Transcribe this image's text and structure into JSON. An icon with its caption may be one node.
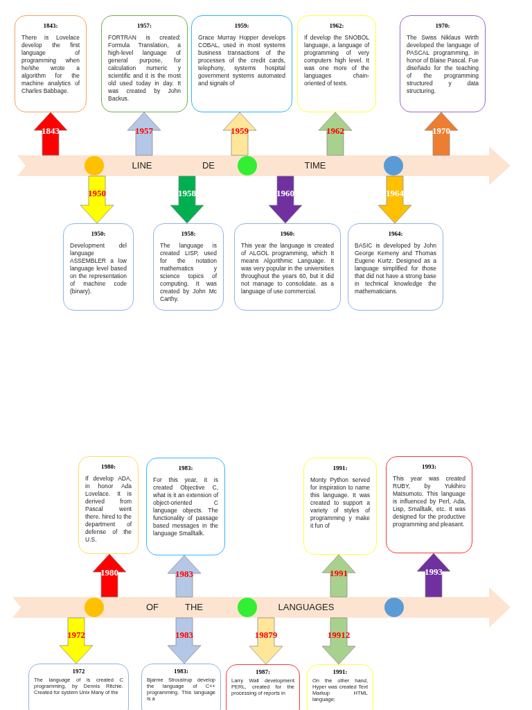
{
  "diagram": {
    "nodes": [
      {
        "text": [
          "1843:",
          "There is Lovelace develop the first language of programming when he/she wrote a algorithm for the machine analytics of Charles Babbage."
        ]
      },
      {
        "text": [
          "1957:",
          "FORTRAN is created: Formula Translation, a high-level language of general purpose, for calculation numeric y scientific and it is the most old used today in day. It was created by John Backus."
        ]
      },
      {
        "text": [
          "1959:",
          "Grace Murray Hopper develops COBAL, used in most systems business transactions of the processes of the credit cards, telephony, systems hospital government systems automated and signals of"
        ]
      },
      {
        "text": [
          "1962:",
          "If develop the SNOBOL language, a language of programming of very computers high level. It was one more of the languages chain-oriented of texts."
        ]
      },
      {
        "text": [
          "1970:",
          "The Swiss Niklaus Wirth developed the language of PASCAL programming, in honor of Blaise Pascal. Fue diseñado for the teaching of the programming structured y data structuring."
        ]
      },
      {
        "text": [
          "LINE",
          "DE",
          "TIME"
        ]
      },
      {
        "text": [],
        "shape": "circle",
        "in": 5
      },
      {
        "text": [],
        "shape": "circle",
        "in": 5
      },
      {
        "text": [],
        "shape": "circle",
        "in": 5
      },
      {
        "text": [
          "1950:",
          "Development del language ASSEMBLER a low language level based on the representation of machine code (binary)."
        ]
      },
      {
        "text": [
          "1958:",
          "The language is created LISP, used for the notation mathematics y science topics of computing. It was created by John Mc Carthy."
        ]
      },
      {
        "text": [
          "1960:",
          "This year the language is created of ALGOL programming, which It means Algorithmic Language. It was very popular in the universities throughout the years 60, but it did not manage to consolidate. as a language of use commercial."
        ]
      },
      {
        "text": [
          "1964:",
          "BASIC is developed by John George Kemeny and Thomas Eugene Kurtz. Designed as a language simplified for those that did not have a strong base in technical knowledge the mathematicians."
        ]
      },
      {
        "text": [
          "1980:",
          "If develop ADA, in honor Ada Lovelace. It is derived from Pascal went there. hired to the department of defense of the U.S."
        ]
      },
      {
        "text": [
          "1983:",
          "For this year, it is created Objective C, what is it an extension of object-oriented C language objects. The functionality of passage based messages in the language Smalltalk."
        ]
      },
      {
        "text": [
          "1991:",
          "Monty Python served for inspiration to name this language. It was created to support a variety of styles of programming y make it fun of"
        ]
      },
      {
        "text": [
          "1993:",
          "This year was created RUBY, by Yukihiro Matsumoto. This language is influenced by Perl, Ada, Lisp, Smalltalk, etc. It was designed for the productive programming and pleasant."
        ]
      },
      {
        "text": [
          "OF",
          "THE",
          "LANGUAGES"
        ]
      },
      {
        "text": [],
        "shape": "circle",
        "in": 17
      },
      {
        "text": [],
        "shape": "circle",
        "in": 17
      },
      {
        "text": [],
        "shape": "circle",
        "in": 17
      },
      {
        "text": [
          "1972",
          "The language of is created C programming, by Dennis Ritchie. Created for system Unix Many of the"
        ]
      },
      {
        "text": [
          "1983:",
          "Bjarme Stroustrup develop the language of C++ programming. This language is a"
        ]
      },
      {
        "text": [
          "1987:",
          "Larry Wall development PERL, created for the processing of reports in"
        ]
      },
      {
        "text": [
          "1991:",
          "On the other hand, Hyper was created Text Markup HTML language;"
        ]
      }
    ],
    "edges": [
      {
        "from": 5,
        "to": 0,
        "arrow": "to",
        "label": "1843",
        "color": "#ff0000"
      },
      {
        "from": 5,
        "to": 1,
        "arrow": "to",
        "label": "1957",
        "color": "#b4c7e7"
      },
      {
        "from": 5,
        "to": 2,
        "arrow": "to",
        "label": "1959",
        "color": "#ffe699"
      },
      {
        "from": 5,
        "to": 3,
        "arrow": "to",
        "label": "1962",
        "color": "#a9d18e"
      },
      {
        "from": 5,
        "to": 4,
        "arrow": "to",
        "label": "1970",
        "color": "#ed7d31"
      },
      {
        "from": 5,
        "to": 9,
        "arrow": "to",
        "label": "1950",
        "color": "#ffff00"
      },
      {
        "from": 5,
        "to": 10,
        "arrow": "to",
        "label": "1958",
        "color": "#00b050"
      },
      {
        "from": 5,
        "to": 11,
        "arrow": "to",
        "label": "1960",
        "color": "#7030a0"
      },
      {
        "from": 5,
        "to": 12,
        "arrow": "to",
        "label": "1964",
        "color": "#ffc000"
      },
      {
        "from": 17,
        "to": 13,
        "arrow": "to",
        "label": "1980",
        "color": "#ff0000"
      },
      {
        "from": 17,
        "to": 14,
        "arrow": "to",
        "label": "1983",
        "color": "#b4c7e7"
      },
      {
        "from": 17,
        "to": 15,
        "arrow": "to",
        "label": "1991",
        "color": "#a9d18e"
      },
      {
        "from": 17,
        "to": 16,
        "arrow": "to",
        "label": "1993",
        "color": "#7030a0"
      },
      {
        "from": 17,
        "to": 21,
        "arrow": "to",
        "label": "1972",
        "color": "#ffff00"
      },
      {
        "from": 17,
        "to": 22,
        "arrow": "to",
        "label": "1983",
        "color": "#b4c7e7"
      },
      {
        "from": 17,
        "to": 23,
        "arrow": "to",
        "label": "19879",
        "color": "#ffe699"
      },
      {
        "from": 17,
        "to": 24,
        "arrow": "to",
        "label": "19912",
        "color": "#a9d18e"
      }
    ]
  }
}
